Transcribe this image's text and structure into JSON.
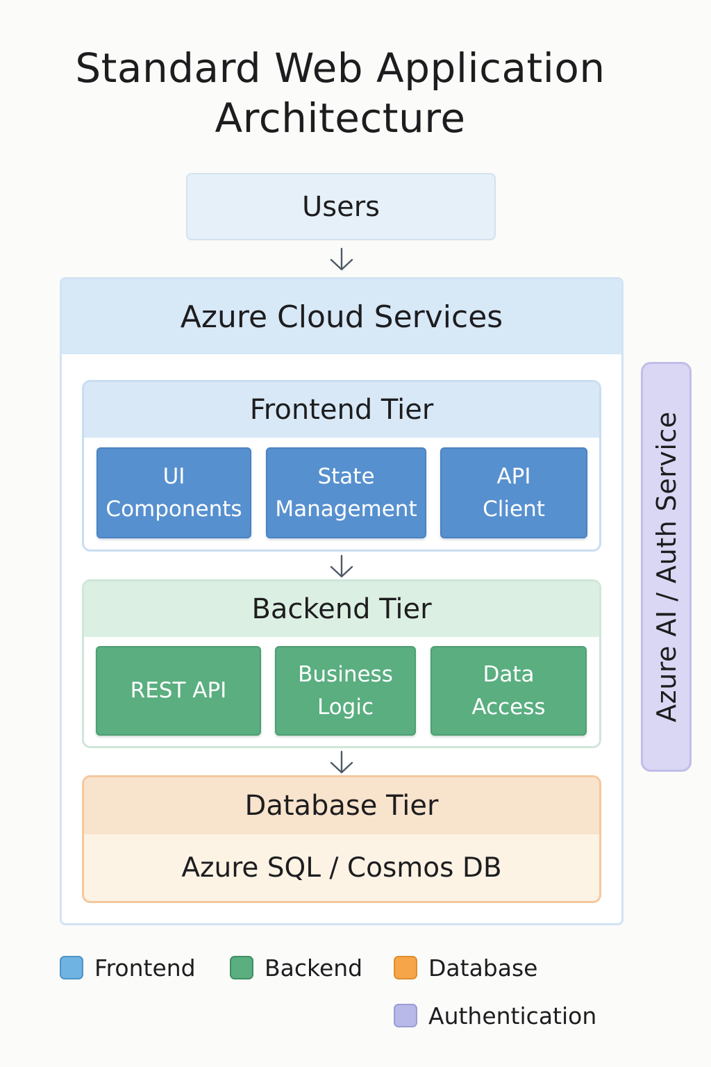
{
  "title": "Standard Web Application Architecture",
  "users": {
    "label": "Users"
  },
  "cloud": {
    "label": "Azure Cloud Services"
  },
  "frontend_tier": {
    "label": "Frontend Tier",
    "components": [
      "UI\nComponents",
      "State\nManagement",
      "API\nClient"
    ]
  },
  "backend_tier": {
    "label": "Backend Tier",
    "components": [
      "REST API",
      "Business\nLogic",
      "Data\nAccess"
    ]
  },
  "database_tier": {
    "label": "Database Tier",
    "storage": "Azure SQL / Cosmos DB"
  },
  "auth": {
    "label": "Azure AI / Auth Service"
  },
  "legend": [
    {
      "label": "Frontend",
      "color": "#6fb3e3"
    },
    {
      "label": "Backend",
      "color": "#5aae80"
    },
    {
      "label": "Database",
      "color": "#f6a548"
    },
    {
      "label": "Authentication",
      "color": "#b8b9e8"
    }
  ],
  "colors": {
    "frontend": "#5790cf",
    "backend": "#5aae80",
    "database": "#f8e3cd",
    "auth": "#d9d7f3",
    "cloud_header": "#d7e8f7"
  }
}
